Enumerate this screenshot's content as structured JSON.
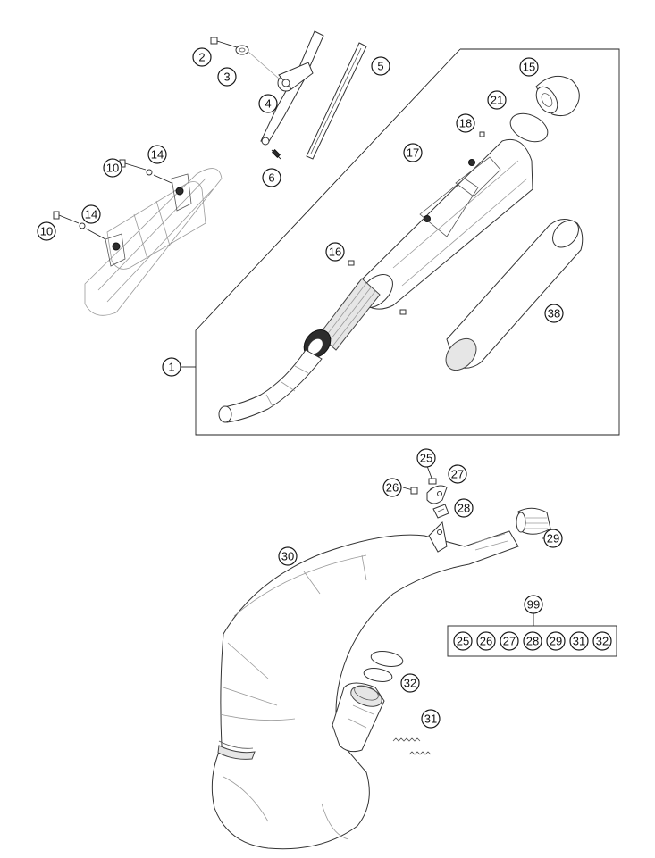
{
  "diagram": {
    "callouts": {
      "c1": "1",
      "c2": "2",
      "c3": "3",
      "c4": "4",
      "c5": "5",
      "c6": "6",
      "c10a": "10",
      "c10b": "10",
      "c14a": "14",
      "c14b": "14",
      "c15": "15",
      "c16": "16",
      "c17": "17",
      "c18": "18",
      "c21": "21",
      "c38": "38",
      "c25": "25",
      "c26": "26",
      "c27": "27",
      "c28": "28",
      "c29": "29",
      "c30": "30",
      "c31": "31",
      "c32": "32",
      "c99": "99"
    },
    "kit_99": [
      "25",
      "26",
      "27",
      "28",
      "29",
      "31",
      "32"
    ]
  }
}
